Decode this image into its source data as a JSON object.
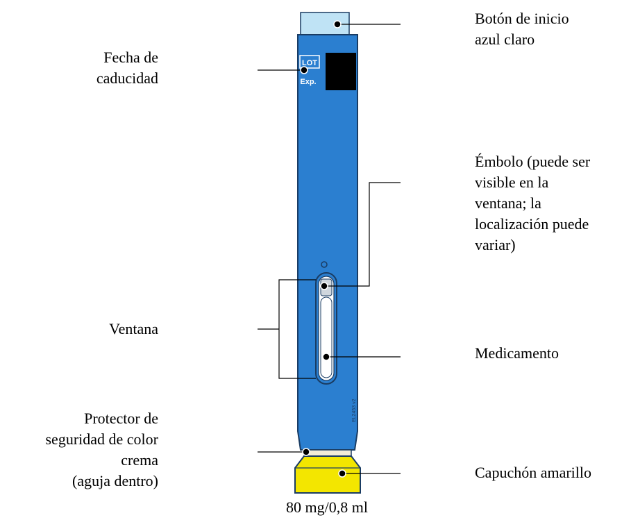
{
  "labels": {
    "start_button": "Botón de inicio\nazul claro",
    "expiry_date": "Fecha de\ncaducidad",
    "plunger": "Émbolo (puede ser\nvisible en la\nventana; la\nlocalización puede\nvariar)",
    "window": "Ventana",
    "medication": "Medicamento",
    "safety_guard": "Protector de\nseguridad de color\ncrema\n(aguja dentro)",
    "yellow_cap": "Capuchón amarillo"
  },
  "pen": {
    "lot_text": "LOT",
    "exp_text": "Exp.",
    "code_text": "EL2453 v2"
  },
  "caption": "80 mg/0,8 ml",
  "colors": {
    "pen_body": "#2b7fd0",
    "pen_outline": "#1a3c63",
    "start_button": "#bfe3f5",
    "label_patch": "#000000",
    "yellow_cap": "#f3e600",
    "cream_guard": "#f3ecd6",
    "window_fill": "#ffffff",
    "leader_line": "#000000"
  }
}
